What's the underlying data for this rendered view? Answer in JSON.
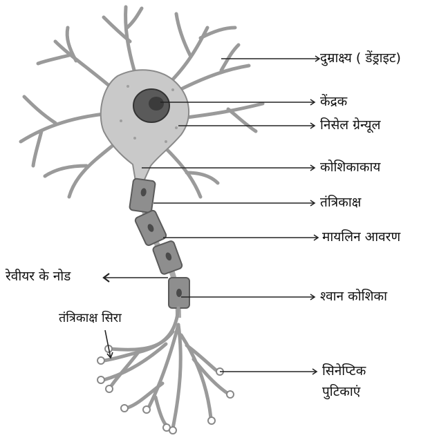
{
  "labels": {
    "dendrite": "दुम्राक्ष्य ( डेंड्राइट)",
    "nucleus": "केंद्रक",
    "nissl_granules": "निसेल ग्रेन्यूल",
    "cell_body": "कोशिकाकाय",
    "axon": "तंत्रिकाक्ष",
    "myelin_sheath": "मायलिन आवरण",
    "node_of_ranvier": "रेवीयर के नोड",
    "schwann_cell": "श्वान कोशिका",
    "axon_terminal": "तंत्रिकाक्ष सिरा",
    "synaptic_vesicles_line1": "सिनेप्टिक",
    "synaptic_vesicles_line2": "पुटिकाएं"
  },
  "colors": {
    "cell_fill": "#c9c9c9",
    "cell_stroke": "#8a8a8a",
    "nucleus": "#555555",
    "myelin": "#8e8e8e",
    "leader_line": "#222222"
  }
}
